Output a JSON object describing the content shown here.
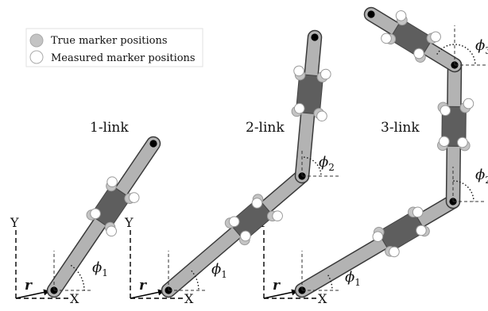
{
  "legend": {
    "true_label": "True marker positions",
    "measured_label": "Measured marker positions"
  },
  "panels": [
    {
      "title": "1-link",
      "angles": [
        "1"
      ]
    },
    {
      "title": "2-link",
      "angles": [
        "1",
        "2"
      ]
    },
    {
      "title": "3-link",
      "angles": [
        "1",
        "2",
        "3"
      ]
    }
  ],
  "axis": {
    "x": "X",
    "y": "Y",
    "r": "r",
    "phi": "ϕ"
  },
  "colors": {
    "link": "#b3b3b3",
    "link_outline": "#3a3a3a",
    "body": "#5e5e5e",
    "true_marker": "#c4c4c4",
    "measured_marker": "#ffffff",
    "joint": "#000000"
  }
}
